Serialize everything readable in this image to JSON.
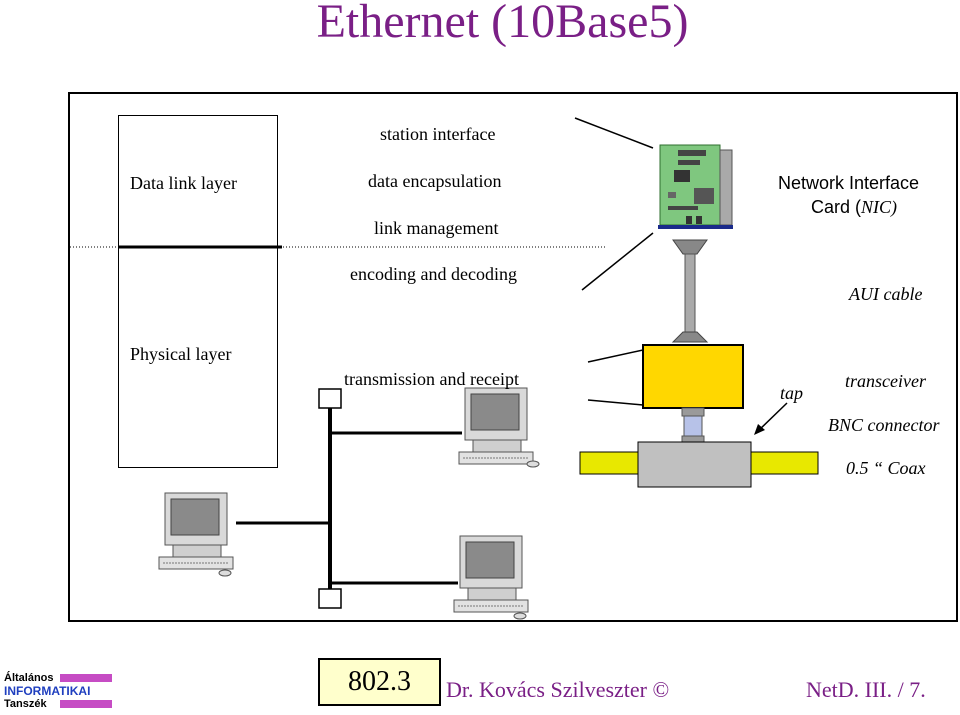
{
  "slide": {
    "title": "Ethernet (10Base5)"
  },
  "layers": {
    "data_link": "Data link layer",
    "physical": "Physical layer"
  },
  "functions": {
    "station_interface": "station interface",
    "data_encapsulation": "data encapsulation",
    "link_management": "link management",
    "encoding_decoding": "encoding and decoding",
    "transmission_receipt": "transmission and receipt"
  },
  "components": {
    "nic_line1": "Network Interface",
    "nic_line2_prefix": "Card (",
    "nic_line2_abbr": "NIC)",
    "aui_cable": "AUI cable",
    "tap": "tap",
    "transceiver": "transceiver",
    "bnc_connector": "BNC connector",
    "coax": "0.5 “ Coax"
  },
  "footer": {
    "standard": "802.3",
    "author": "Dr. Kovács Szilveszter ©",
    "page": "NetD. III. / 7."
  },
  "logo": {
    "line1": "Általános",
    "line2": "INFORMATIKAI",
    "line3": "Tanszék"
  },
  "colors": {
    "title": "#7a1f86",
    "transceiver": "#ffd700",
    "coax": "#e8e800",
    "nic_board": "#7fc77f",
    "logo_bar": "#c64cc4",
    "standard_box": "#ffffcc"
  }
}
